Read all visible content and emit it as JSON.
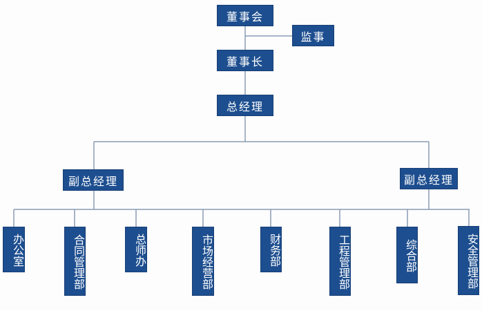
{
  "nodes": {
    "board": "董事会",
    "supervisor": "监事",
    "chairman": "董事长",
    "gm": "总经理",
    "vgm_left": "副总经理",
    "vgm_right": "副总经理",
    "depts": [
      "办公室",
      "合同管理部",
      "总师办",
      "市场经营部",
      "财务部",
      "工程管理部",
      "综合部",
      "安全管理部"
    ]
  },
  "colors": {
    "box": "#1d4e8f",
    "line": "#8a9bb5"
  }
}
